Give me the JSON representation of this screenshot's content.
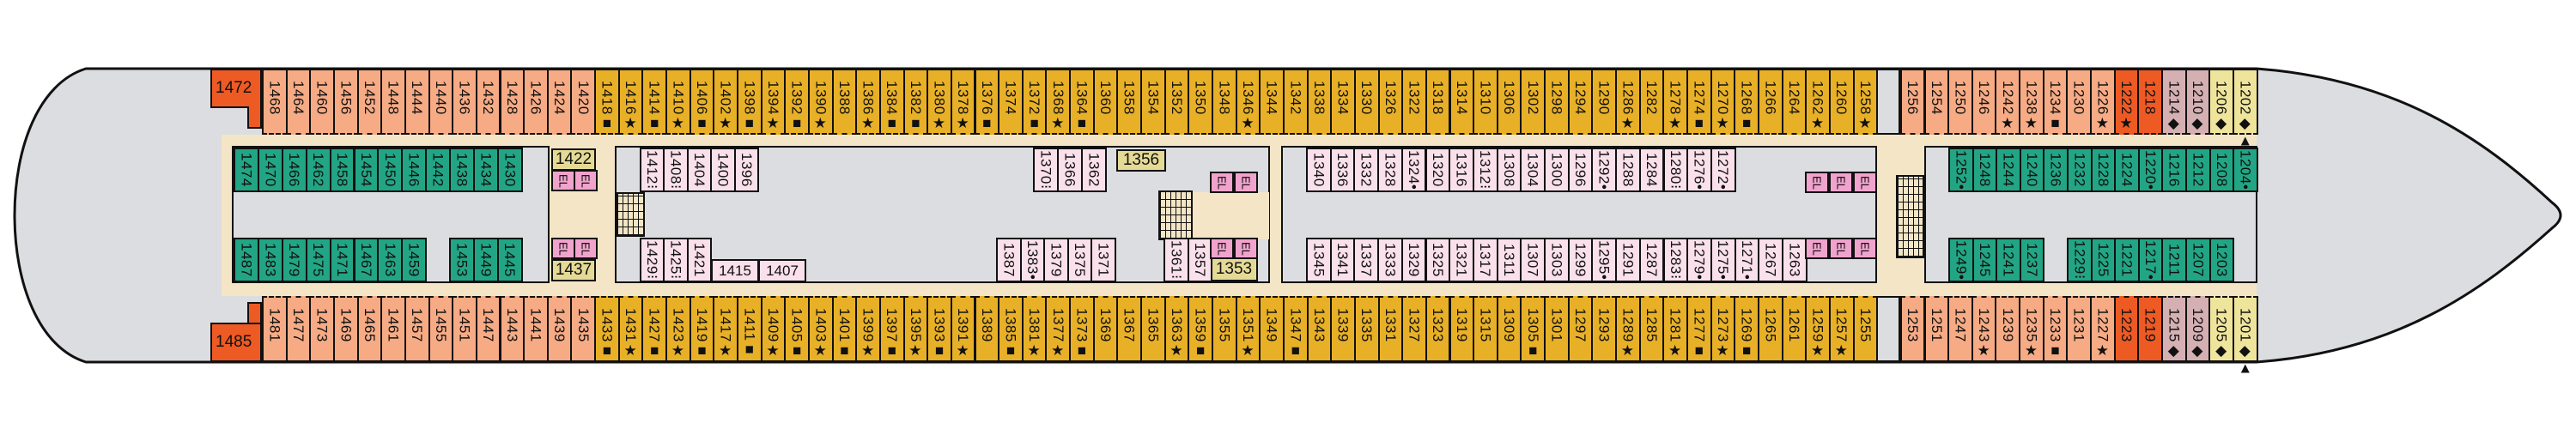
{
  "stern": {
    "top": "1472",
    "bottom": "1485"
  },
  "elevator_label": "EL",
  "cabins": {
    "top": {
      "aft": [
        "1468",
        "1464",
        "1460",
        "1456",
        "1452",
        "1448",
        "1444",
        "1440",
        "1436",
        "1432",
        "1428",
        "1426",
        "1424",
        "1420"
      ],
      "mid": [
        "1418■",
        "1416★",
        "1414■",
        "1410★",
        "1406■",
        "1402★",
        "1398■",
        "1394★",
        "1392■",
        "1390★",
        "1388",
        "1386★",
        "1384■",
        "1382■",
        "1380★",
        "1378★",
        "1376■",
        "1374",
        "1372■",
        "1368★",
        "1364■",
        "1360",
        "1358",
        "1354",
        "1352",
        "1350",
        "1348",
        "1346★",
        "1344",
        "1342",
        "1338",
        "1334",
        "1330",
        "1326",
        "1322",
        "1318",
        "1314",
        "1310",
        "1306",
        "1302",
        "1298",
        "1294",
        "1290",
        "1286★",
        "1282",
        "1278★",
        "1274■",
        "1270★",
        "1268■",
        "1266",
        "1264",
        "1262★",
        "1260",
        "1258★"
      ],
      "fwd": [
        "1256",
        "1254",
        "1250",
        "1246",
        "1242★",
        "1238★",
        "1234■",
        "1230",
        "1226★"
      ],
      "fwd_premium": [
        "1222★",
        "1218"
      ],
      "fwd_mauve": [
        "1214◆",
        "1210◆"
      ],
      "fwd_suite": [
        "1206◆",
        "1202◆▲"
      ]
    },
    "bottom": {
      "aft": [
        "1481",
        "1477",
        "1473",
        "1469",
        "1465",
        "1461",
        "1457",
        "1455",
        "1451",
        "1447",
        "1443",
        "1441",
        "1439",
        "1435"
      ],
      "mid": [
        "1433■",
        "1431★",
        "1427■",
        "1423★",
        "1419■",
        "1417★",
        "1411■",
        "1409★",
        "1405■",
        "1403★",
        "1401■",
        "1399★",
        "1397■",
        "1395★",
        "1393■",
        "1391★",
        "1389",
        "1385■",
        "1381★",
        "1377★",
        "1373■",
        "1369",
        "1367",
        "1365",
        "1363★",
        "1359■",
        "1355",
        "1351★",
        "1349",
        "1347■",
        "1343",
        "1339",
        "1335",
        "1331",
        "1327",
        "1323",
        "1319",
        "1315",
        "1309",
        "1305■",
        "1301",
        "1297",
        "1293",
        "1289★",
        "1285",
        "1281★",
        "1277■",
        "1273★",
        "1269■",
        "1265",
        "1261",
        "1259★",
        "1257★",
        "1255"
      ],
      "fwd": [
        "1253",
        "1251",
        "1247",
        "1243★",
        "1239",
        "1235★",
        "1233■",
        "1231",
        "1227★"
      ],
      "fwd_premium": [
        "1223",
        "1219"
      ],
      "fwd_mauve": [
        "1215◆",
        "1209◆"
      ],
      "fwd_suite": [
        "1205◆",
        "1201◆▲"
      ]
    },
    "inner_top": {
      "aft_green": [
        "1474",
        "1470",
        "1466",
        "1462",
        "1458",
        "1454",
        "1450",
        "1446",
        "1442",
        "1438",
        "1434",
        "1430"
      ],
      "lobby_aft": "1422",
      "pink_aft": [
        "1412⁝",
        "1408⁝",
        "1404",
        "1400",
        "1396"
      ],
      "pink_mid": [
        "1370⁝",
        "1366",
        "1362"
      ],
      "lobby_mid": "1356",
      "pink_fwd": [
        "1340",
        "1336",
        "1332",
        "1328",
        "1324•",
        "1320",
        "1316",
        "1312⁝",
        "1308",
        "1304",
        "1300",
        "1296",
        "1292•",
        "1288",
        "1284",
        "1280⁝",
        "1276•",
        "1272•"
      ],
      "fwd_green": [
        "1252•",
        "1248",
        "1244",
        "1240",
        "1236",
        "1232",
        "1228",
        "1224",
        "1220•",
        "1216",
        "1212",
        "1208",
        "1204•"
      ]
    },
    "inner_bottom": {
      "aft_green_a": [
        "1487",
        "1483",
        "1479",
        "1475",
        "1471",
        "1467",
        "1463",
        "1459"
      ],
      "aft_green_b": [
        "1453",
        "1449",
        "1445"
      ],
      "lobby_aft": "1437",
      "pink_aft": [
        "1429⁝",
        "1425⁝",
        "1421"
      ],
      "pink_aft_wide": [
        "1415",
        "1407"
      ],
      "pink_mid": [
        "1387",
        "1383•",
        "1379",
        "1375",
        "1371"
      ],
      "pink_lobby": [
        "1361⁝",
        "1357"
      ],
      "lobby_mid": "1353",
      "pink_fwd": [
        "1345",
        "1341",
        "1337",
        "1333",
        "1329",
        "1325",
        "1321",
        "1317",
        "1311",
        "1307",
        "1303",
        "1299",
        "1295•",
        "1291",
        "1287",
        "1283⁝",
        "1279•",
        "1275•",
        "1271•",
        "1267",
        "1263"
      ],
      "fwd_green_a": [
        "1249•",
        "1245",
        "1241",
        "1237"
      ],
      "fwd_green_b": [
        "1229⁝",
        "1225",
        "1221",
        "1217•",
        "1211",
        "1207",
        "1203"
      ]
    }
  },
  "colors": {
    "orange": "#f6ab85",
    "yellow": "#e8b027",
    "red": "#ee5a24",
    "mauve": "#d5b0b3",
    "pale_yellow": "#efe49c",
    "green": "#22a584",
    "pink": "#f9e0ea",
    "khaki": "#e5da95",
    "elevator": "#f0a3cd",
    "corridor": "#f3e5c6",
    "open_area": "#dcdde0"
  }
}
